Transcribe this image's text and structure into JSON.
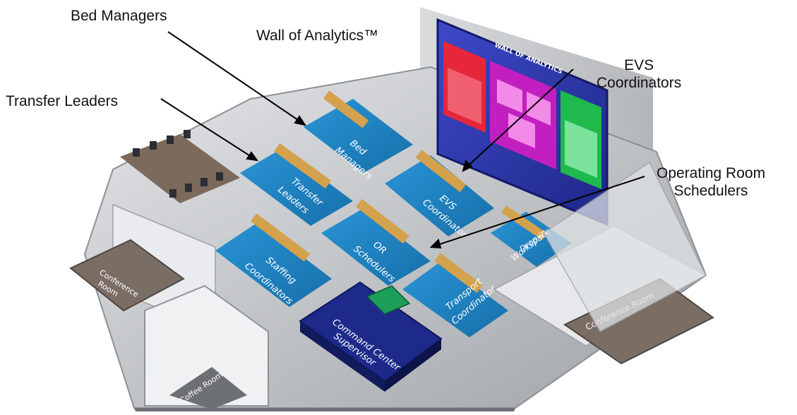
{
  "callouts": {
    "bed_managers": "Bed Managers",
    "wall_of_analytics": "Wall of Analytics™",
    "evs_line1": "EVS",
    "evs_line2": "Coordinators",
    "transfer_leaders": "Transfer Leaders",
    "or_line1": "Operating Room",
    "or_line2": "Schedulers"
  },
  "zones": {
    "bed_managers": [
      "Bed",
      "Managers"
    ],
    "transfer_leaders": [
      "Transfer",
      "Leaders"
    ],
    "evs": [
      "EVS",
      "Coordinator"
    ],
    "or_schedulers": [
      "OR",
      "Schedulers"
    ],
    "staffing": [
      "Staffing",
      "Coordinators"
    ],
    "drop_in": [
      "Drop-in",
      "Workspace"
    ],
    "transport": [
      "Transport",
      "Coordinator"
    ],
    "supervisor": [
      "Command Center",
      "Supervisor"
    ]
  },
  "rooms": {
    "conference_left": [
      "Conference",
      "Room"
    ],
    "conference_right": "Conference Room",
    "coffee": "Coffee Room"
  },
  "wall": {
    "title": "WALL OF ANALYTICS"
  },
  "colors": {
    "zone_blue": "#1b82c4",
    "supervisor_navy": "#1d2a8a",
    "floor_gray": "#b9bcbf",
    "wall_blue": "#2a35a8",
    "panel_red": "#e8263a",
    "panel_magenta": "#c21fc0",
    "panel_green": "#1fb94e"
  }
}
